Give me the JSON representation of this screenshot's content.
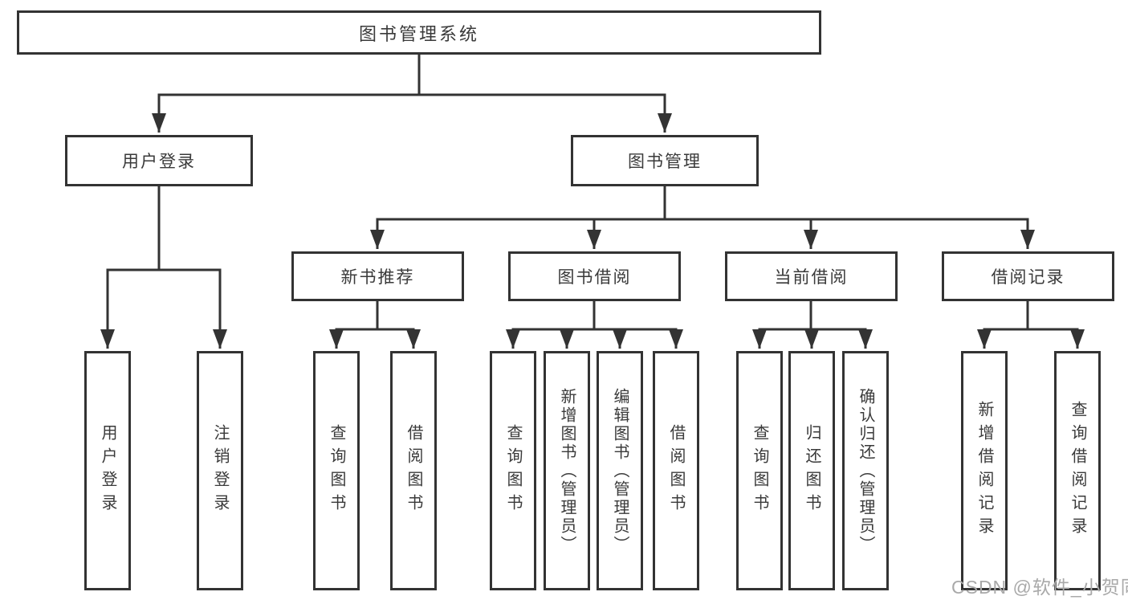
{
  "colors": {
    "line": "#333333",
    "border": "#333333",
    "text": "#3a3a3a",
    "background": "#ffffff",
    "watermark": "#a9a9a9"
  },
  "nodes": {
    "root": {
      "label": "图书管理系统"
    },
    "user_login": {
      "label": "用户登录"
    },
    "book_management": {
      "label": "图书管理"
    },
    "new_book_recommend": {
      "label": "新书推荐"
    },
    "book_borrow": {
      "label": "图书借阅"
    },
    "current_borrow": {
      "label": "当前借阅"
    },
    "borrow_records": {
      "label": "借阅记录"
    },
    "leaf_user_login": {
      "label": "用户登录"
    },
    "leaf_logout": {
      "label": "注销登录"
    },
    "leaf_query_book_1": {
      "label": "查询图书"
    },
    "leaf_borrow_book_1": {
      "label": "借阅图书"
    },
    "leaf_query_book_2": {
      "label": "查询图书"
    },
    "leaf_add_book_admin": {
      "label": "新增图书（管理员）"
    },
    "leaf_edit_book_admin": {
      "label": "编辑图书（管理员）"
    },
    "leaf_borrow_book_2": {
      "label": "借阅图书"
    },
    "leaf_query_book_3": {
      "label": "查询图书"
    },
    "leaf_return_book": {
      "label": "归还图书"
    },
    "leaf_confirm_return_admin": {
      "label": "确认归还（管理员）"
    },
    "leaf_add_borrow_record": {
      "label": "新增借阅记录"
    },
    "leaf_query_borrow_record": {
      "label": "查询借阅记录"
    }
  },
  "watermark": {
    "text": "CSDN @软件_小贺同学"
  }
}
